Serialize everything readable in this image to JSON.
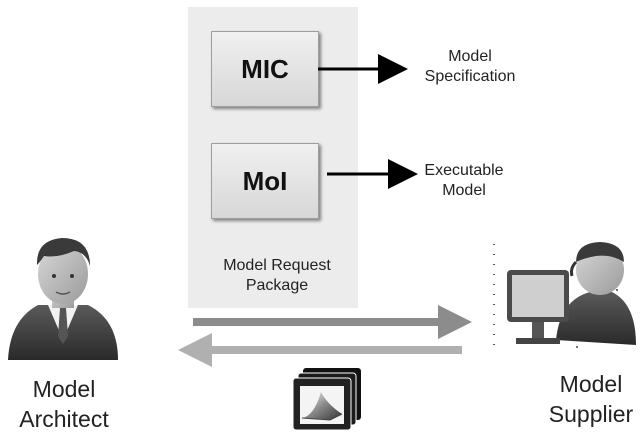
{
  "boxes": {
    "mic": "MIC",
    "moi": "MoI"
  },
  "outputs": {
    "mic_line1": "Model",
    "mic_line2": "Specification",
    "moi_line1": "Executable",
    "moi_line2": "Model"
  },
  "package": {
    "line1": "Model Request",
    "line2": "Package"
  },
  "actors": {
    "architect_line1": "Model",
    "architect_line2": "Architect",
    "supplier_line1": "Model",
    "supplier_line2": "Supplier"
  },
  "icons": [
    "model-architect-icon",
    "model-supplier-icon",
    "simulation-model-icon"
  ],
  "colors": {
    "panel": "#ececec",
    "flow_arrow": "#8c8c8c"
  }
}
